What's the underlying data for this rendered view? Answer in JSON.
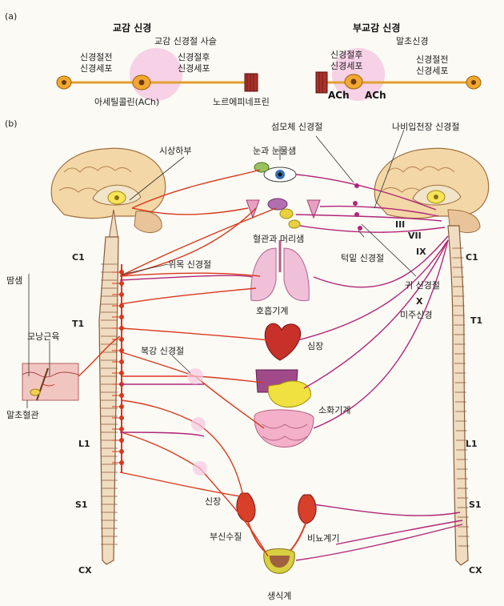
{
  "panel_a": {
    "label": "(a)",
    "sympathetic": {
      "title": "교감 신경",
      "pre_line1": "신경절전",
      "pre_line2": "신경세포",
      "chain": "교감 신경절 사슬",
      "post_line1": "신경절후",
      "post_line2": "신경세포",
      "ach": "아세틸콜린(ACh)",
      "ne": "노르에피네프린"
    },
    "parasympathetic": {
      "title": "부교감 신경",
      "post_line1": "신경절후",
      "post_line2": "신경세포",
      "terminal": "말초신경",
      "pre_line1": "신경절전",
      "pre_line2": "신경세포",
      "ach1": "ACh",
      "ach2": "ACh"
    }
  },
  "panel_b": {
    "label": "(b)",
    "left": {
      "hypothalamus": "시상하부",
      "superior_cervical": "위목 신경절",
      "celiac": "복강 신경절",
      "sweat_gland": "땀샘",
      "hair_muscle": "모낭근육",
      "vessels": "말초혈관",
      "c1": "C1",
      "t1": "T1",
      "l1": "L1",
      "s1": "S1",
      "cx": "CX"
    },
    "organs": {
      "eye": "눈과 눈물샘",
      "vessels_glands": "혈관과 머리샘",
      "respiratory": "호흡기계",
      "heart": "심장",
      "digestive": "소화기계",
      "kidney": "신장",
      "adrenal": "부신수질",
      "urinary": "비뇨계기",
      "reproductive": "생식계"
    },
    "right": {
      "ciliary": "섬모체 신경절",
      "pterygopalatine": "나비입천장 신경절",
      "submandibular": "턱밑 신경절",
      "otic": "귀 신경절",
      "vagus_num": "X",
      "vagus": "미주신경",
      "n3": "III",
      "n7": "VII",
      "n9": "IX",
      "c1": "C1",
      "t1": "T1",
      "l1": "L1",
      "s1": "S1",
      "cx": "CX"
    }
  },
  "colors": {
    "sympathetic": "#d9381e",
    "parasympathetic": "#b0267a",
    "ganglion_glow": "#f3b8d8",
    "brain": "#f4d7a6",
    "spine": "#f0dcc0"
  }
}
